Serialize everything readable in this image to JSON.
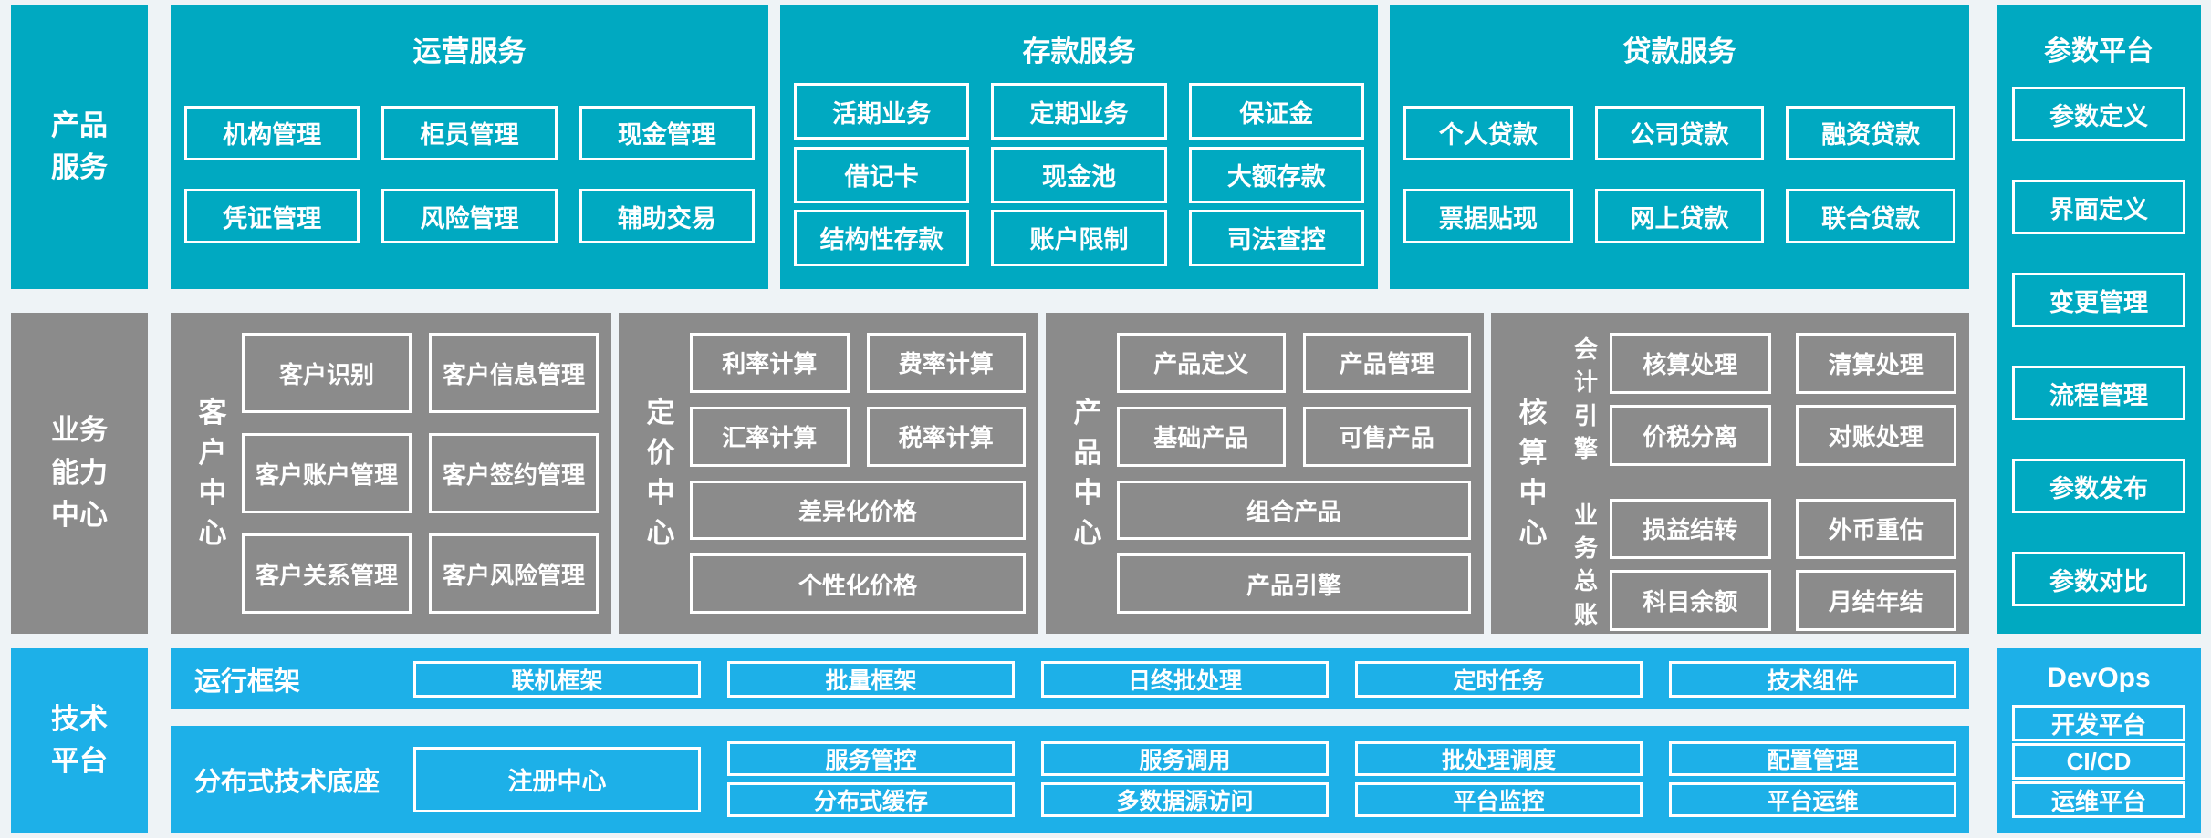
{
  "colors": {
    "teal": "#00a9c1",
    "gray": "#8b8b8b",
    "light_blue": "#1db0e8",
    "background": "#eef3f6",
    "box_border": "#ffffff"
  },
  "left_labels": {
    "product": "产品\n服务",
    "business": "业务\n能力\n中心",
    "tech": "技术\n平台"
  },
  "top": {
    "sections": [
      {
        "title": "运营服务",
        "items": [
          "机构管理",
          "柜员管理",
          "现金管理",
          "凭证管理",
          "风险管理",
          "辅助交易"
        ]
      },
      {
        "title": "存款服务",
        "items": [
          "活期业务",
          "定期业务",
          "保证金",
          "借记卡",
          "现金池",
          "大额存款",
          "结构性存款",
          "账户限制",
          "司法查控"
        ]
      },
      {
        "title": "贷款服务",
        "items": [
          "个人贷款",
          "公司贷款",
          "融资贷款",
          "票据贴现",
          "网上贷款",
          "联合贷款"
        ]
      }
    ]
  },
  "param": {
    "title": "参数平台",
    "items": [
      "参数定义",
      "界面定义",
      "变更管理",
      "流程管理",
      "参数发布",
      "参数对比"
    ]
  },
  "mid": {
    "customer": {
      "label": "客户中心",
      "items": [
        "客户识别",
        "客户信息管理",
        "客户账户管理",
        "客户签约管理",
        "客户关系管理",
        "客户风险管理"
      ]
    },
    "pricing": {
      "label": "定价中心",
      "items": [
        "利率计算",
        "费率计算",
        "汇率计算",
        "税率计算"
      ],
      "wide": [
        "差异化价格",
        "个性化价格"
      ]
    },
    "product": {
      "label": "产品中心",
      "items": [
        "产品定义",
        "产品管理",
        "基础产品",
        "可售产品"
      ],
      "wide": [
        "组合产品",
        "产品引擎"
      ]
    },
    "accounting": {
      "label": "核算中心",
      "groups": [
        {
          "label": "会计引擎",
          "items": [
            "核算处理",
            "清算处理",
            "价税分离",
            "对账处理"
          ]
        },
        {
          "label": "业务总账",
          "items": [
            "损益结转",
            "外币重估",
            "科目余额",
            "月结年结"
          ]
        }
      ]
    }
  },
  "tech": {
    "runtime": {
      "label": "运行框架",
      "items": [
        "联机框架",
        "批量框架",
        "日终批处理",
        "定时任务",
        "技术组件"
      ]
    },
    "base": {
      "label": "分布式技术底座",
      "registry": "注册中心",
      "items": [
        "服务管控",
        "服务调用",
        "批处理调度",
        "配置管理",
        "分布式缓存",
        "多数据源访问",
        "平台监控",
        "平台运维"
      ]
    }
  },
  "devops": {
    "title": "DevOps",
    "items": [
      "开发平台",
      "CI/CD",
      "运维平台"
    ]
  }
}
